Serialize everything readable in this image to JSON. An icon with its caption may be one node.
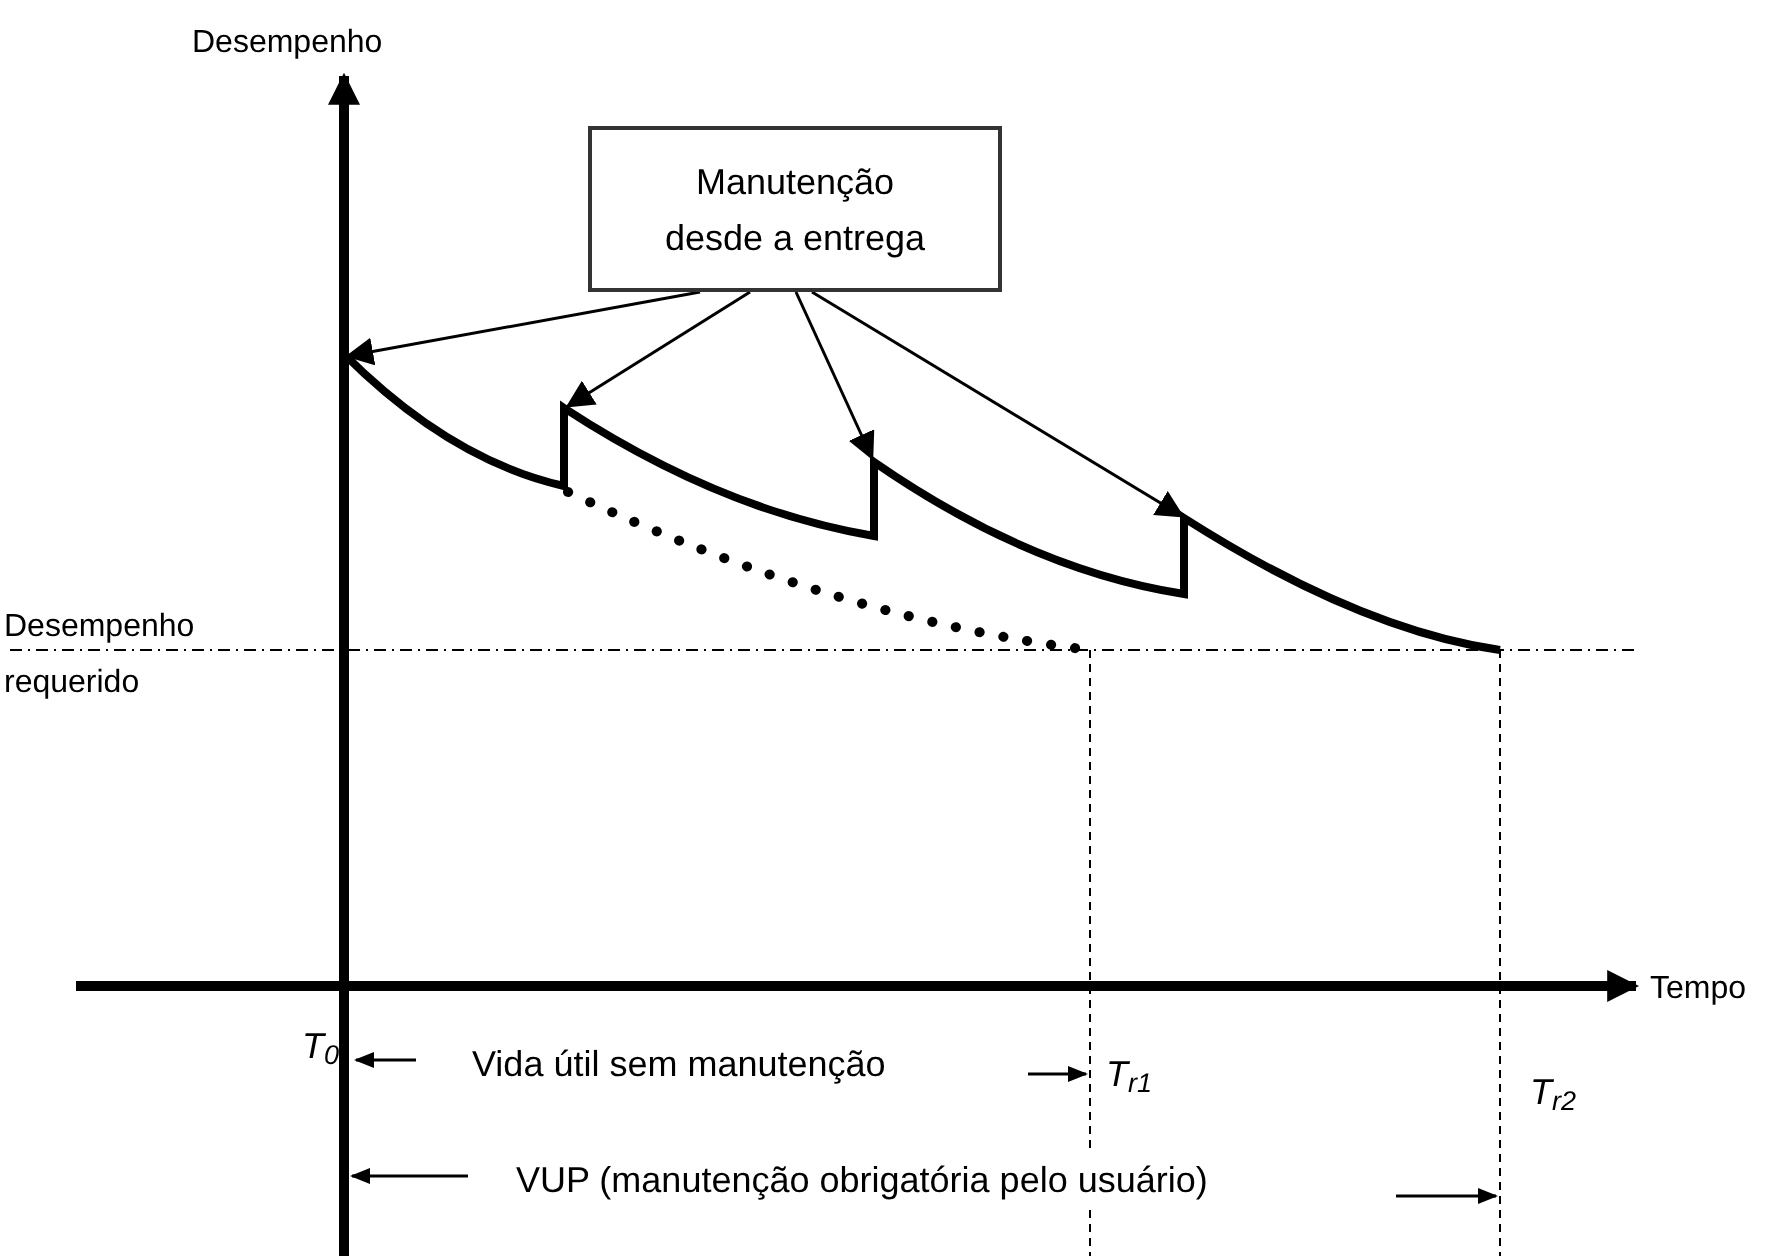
{
  "diagram": {
    "nodes": [
      {
        "text": [
          "Manutenção desde a entrega"
        ]
      },
      {
        "text": [],
        "shape": "line"
      }
    ],
    "edges": [
      {
        "from": 0,
        "to": 1,
        "arrow": "to"
      },
      {
        "from": 0,
        "to": 1,
        "arrow": "to"
      },
      {
        "from": 0,
        "to": 1,
        "arrow": "to"
      },
      {
        "from": 0,
        "to": 1,
        "arrow": "to"
      }
    ],
    "labels": [
      "Desempenho",
      "Tempo",
      "Desempenho requerido",
      "T$_{0}$",
      "Vida útil sem manutenção",
      "T$_{r1}$",
      "T$_{r2}$",
      "VUP (manutenção obrigatória pelo usuário)"
    ]
  }
}
